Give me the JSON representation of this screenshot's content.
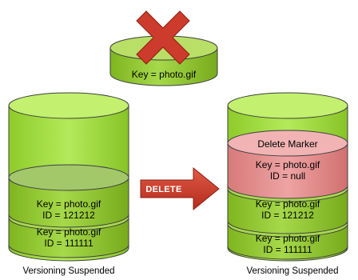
{
  "top_object": {
    "key": "Key = photo.gif"
  },
  "left_bucket": {
    "objects": [
      {
        "key": "Key = photo.gif",
        "id": "ID = 121212"
      },
      {
        "key": "Key = photo.gif",
        "id": "ID = 111111"
      }
    ],
    "caption": "Versioning  Suspended"
  },
  "arrow": {
    "label": "DELETE"
  },
  "right_bucket": {
    "delete_marker": {
      "title": "Delete Marker",
      "key": "Key = photo.gif",
      "id": "ID = null"
    },
    "objects": [
      {
        "key": "Key = photo.gif",
        "id": "ID = 121212"
      },
      {
        "key": "Key = photo.gif",
        "id": "ID = 111111"
      }
    ],
    "caption": "Versioning  Suspended"
  },
  "colors": {
    "cylinder_fill": "#99cc33",
    "cylinder_top": "#b9df66",
    "cylinder_stroke": "#3f3f3f",
    "marker_fill": "#e59090",
    "marker_top": "#f1b3b3",
    "arrow_fill": "#cc3322",
    "cross_fill": "#cc3b2b"
  }
}
